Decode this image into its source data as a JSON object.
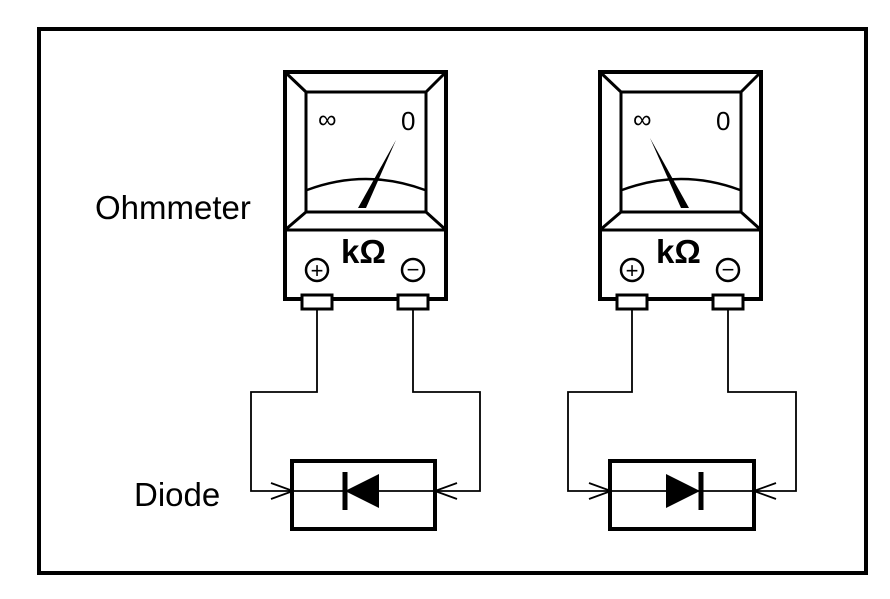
{
  "labels": {
    "ohmmeter": "Ohmmeter",
    "diode": "Diode"
  },
  "meters": [
    {
      "scale_left": "∞",
      "scale_right": "0",
      "unit": "kΩ",
      "terminal_positive": "+",
      "terminal_negative": "−",
      "needle_position": "near-zero"
    },
    {
      "scale_left": "∞",
      "scale_right": "0",
      "unit": "kΩ",
      "terminal_positive": "+",
      "terminal_negative": "−",
      "needle_position": "near-infinity"
    }
  ],
  "diodes": [
    {
      "orientation": "points-left"
    },
    {
      "orientation": "points-right"
    }
  ]
}
